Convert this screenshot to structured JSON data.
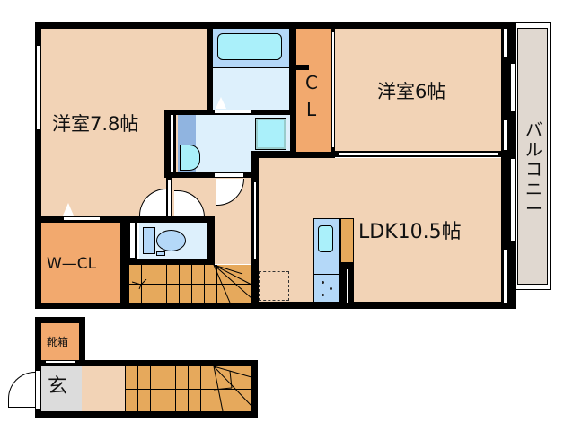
{
  "floorplan": {
    "rooms": {
      "western_room_1": {
        "label": "洋室7.8帖",
        "color": "#f2d3b6"
      },
      "western_room_2": {
        "label": "洋室6帖",
        "color": "#f2d3b6"
      },
      "ldk": {
        "label": "LDK10.5帖",
        "color": "#f2d3b6"
      },
      "closet": {
        "label_top": "C",
        "label_bottom": "L",
        "color": "#f2a96e"
      },
      "walk_in_closet": {
        "label": "W—CL",
        "color": "#f2a96e"
      },
      "balcony": {
        "label": "バルコニー",
        "color": "#e0d8d0"
      },
      "shoe_box": {
        "label": "靴箱",
        "color": "#f2a96e"
      },
      "entrance": {
        "label": "玄",
        "color": "#dcdcdc"
      },
      "bathroom": {
        "color": "#ddf0fc"
      },
      "washroom": {
        "color": "#ddf0fc"
      },
      "toilet_room": {
        "color": "#ddf0fc"
      }
    },
    "colors": {
      "wall": "#000000",
      "stairs": "#e6a95c",
      "fixture_light": "#aaf0fa",
      "fixture_mid": "#b4d8f8",
      "washer_strip": "#90b4e0"
    }
  }
}
